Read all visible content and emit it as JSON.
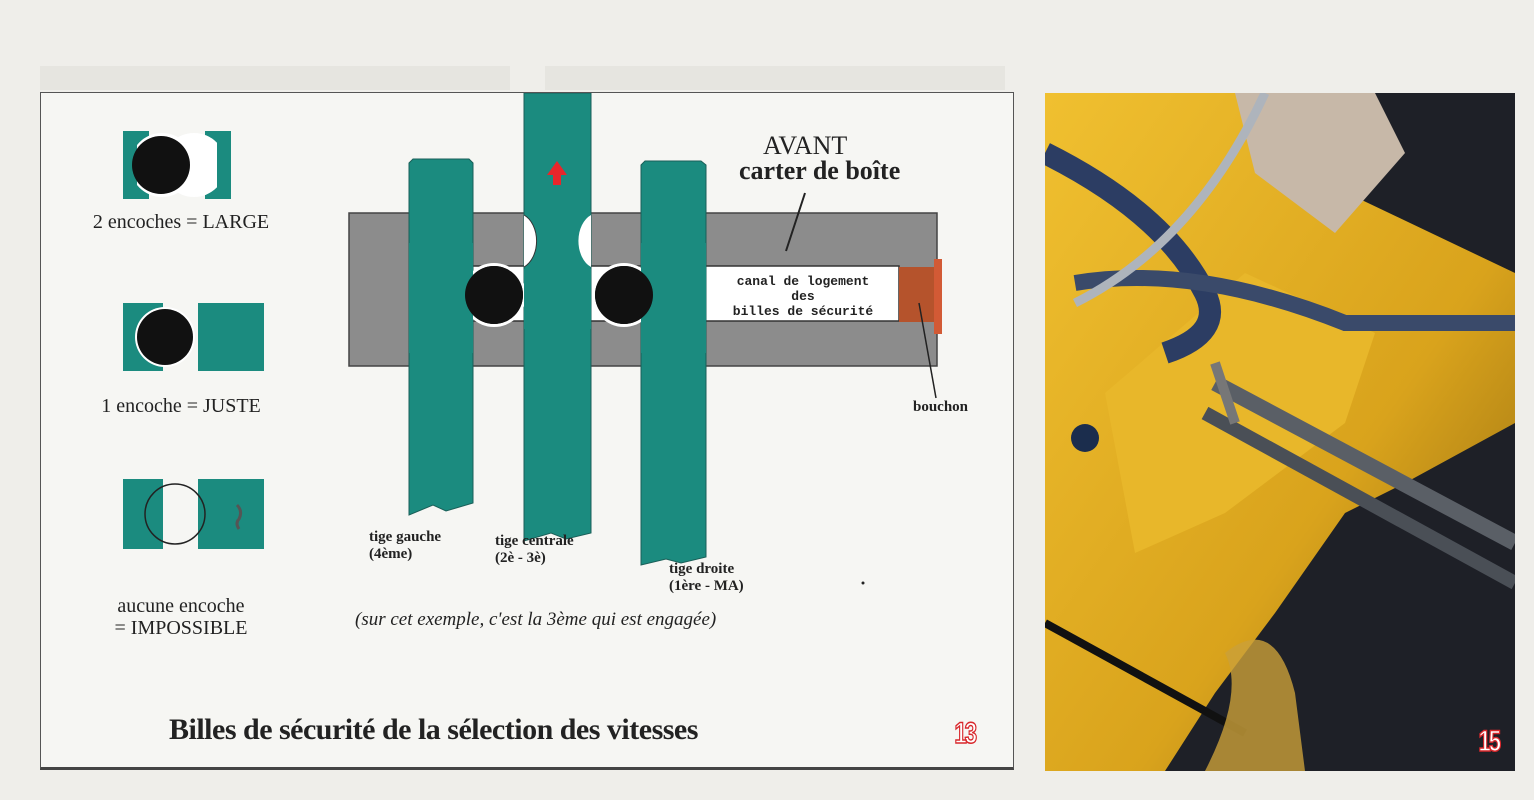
{
  "figure13": {
    "legend": [
      {
        "label": "2 encoches = LARGE"
      },
      {
        "label": "1 encoche = JUSTE"
      },
      {
        "label_line1": "aucune encoche",
        "label_line2": "= IMPOSSIBLE"
      }
    ],
    "labels": {
      "avant": "AVANT",
      "carter": "carter de boîte",
      "canal_line1": "canal de logement",
      "canal_line2": "des",
      "canal_line3": "billes de sécurité",
      "bouchon": "bouchon"
    },
    "rods": [
      {
        "name_line1": "tige gauche",
        "name_line2": "(4ème)"
      },
      {
        "name_line1": "tige centrale",
        "name_line2": "(2è - 3è)"
      },
      {
        "name_line1": "tige droite",
        "name_line2": "(1ère - MA)"
      }
    ],
    "note": "(sur cet exemple, c'est la 3ème qui est engagée)",
    "title": "Billes de sécurité de la sélection des vitesses",
    "number": "13",
    "colors": {
      "rod": "#1b8b7f",
      "housing": "#8c8c8c",
      "ball": "#111111",
      "plug": "#b5532c",
      "arrow": "#e8262b"
    }
  },
  "photo15": {
    "number": "15"
  }
}
